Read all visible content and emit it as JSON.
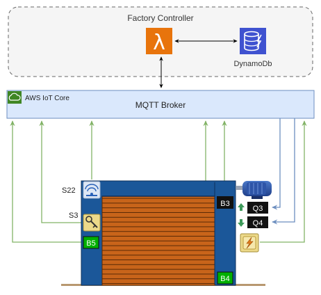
{
  "controller": {
    "title": "Factory Controller"
  },
  "database": {
    "label": "DynamoDb"
  },
  "iot": {
    "label": "AWS IoT Core"
  },
  "broker": {
    "label": "MQTT Broker"
  },
  "sensors": {
    "s22": "S22",
    "s3": "S3"
  },
  "tags": {
    "b3": "B3",
    "b4": "B4",
    "b5": "B5",
    "q3": "Q3",
    "q4": "Q4"
  },
  "icons": {
    "lambda": "lambda-icon",
    "dynamodb": "dynamodb-icon",
    "iot": "iot-core-icon",
    "sensor": "signal-sensor-icon",
    "key": "key-switch-icon",
    "motor": "motor-icon",
    "power": "power-supply-icon"
  },
  "colors": {
    "lambda": "#e8740c",
    "dynamodb": "#3f52d0",
    "iot_green": "#3f8624",
    "green_line": "#82b366",
    "blue_line": "#6c8ebf",
    "broker_fill": "#dae8fc",
    "machine_blue": "#1b5799",
    "shutter": "#c8641a",
    "tag_green": "#00b000"
  }
}
